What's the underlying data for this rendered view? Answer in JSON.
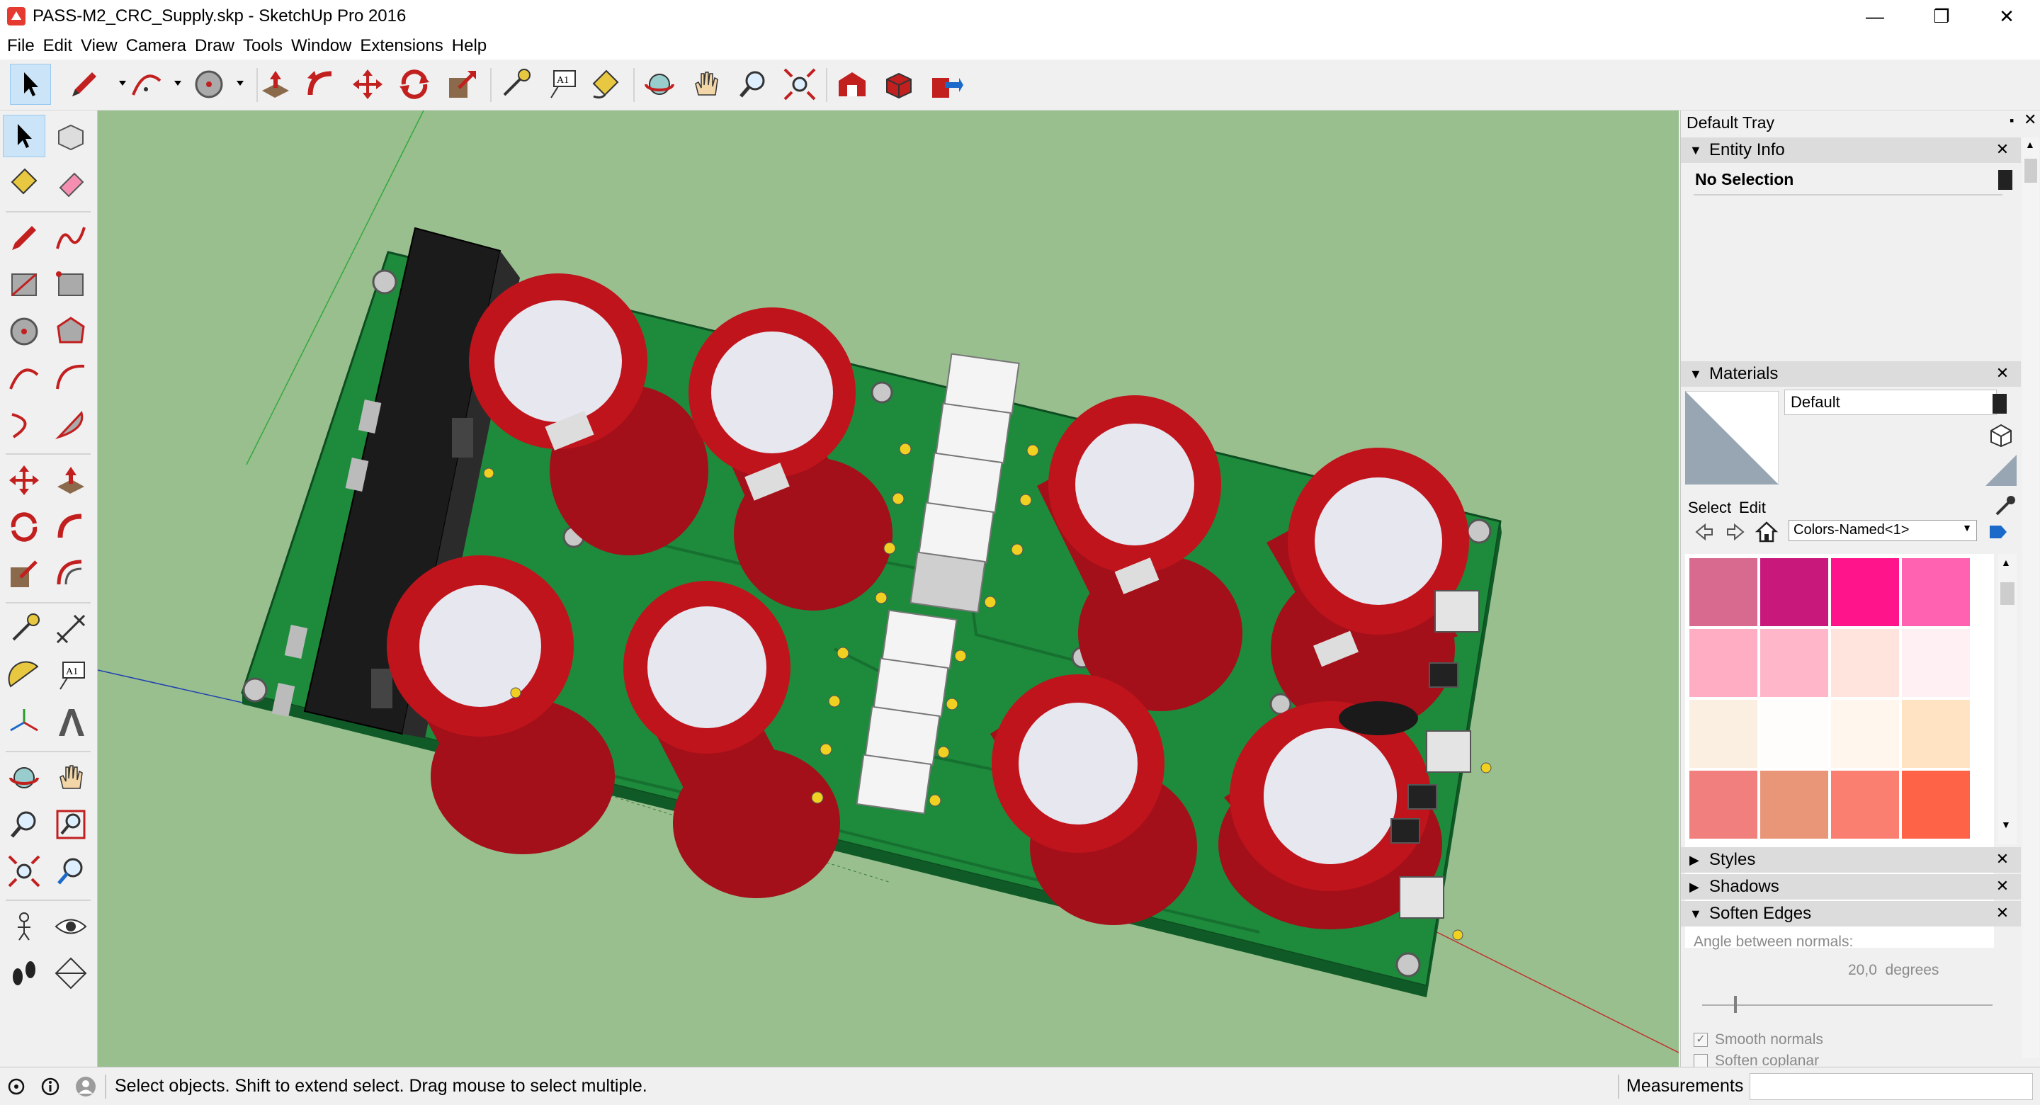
{
  "window": {
    "title": "PASS-M2_CRC_Supply.skp - SketchUp Pro 2016",
    "minimize_glyph": "—",
    "restore_glyph": "❐",
    "close_glyph": "✕"
  },
  "menu": [
    "File",
    "Edit",
    "View",
    "Camera",
    "Draw",
    "Tools",
    "Window",
    "Extensions",
    "Help"
  ],
  "toolbar": {
    "icons": [
      "select-icon",
      "pencil-icon",
      "arc-icon",
      "circle-icon",
      "push-pull-icon",
      "follow-me-icon",
      "move-icon",
      "rotate-icon",
      "scale-icon",
      "tape-measure-icon",
      "text-icon",
      "paint-bucket-icon",
      "orbit-icon",
      "pan-icon",
      "zoom-icon",
      "zoom-extents-icon",
      "warehouse-icon",
      "components-icon",
      "share-model-icon"
    ]
  },
  "left_toolbar": {
    "icons": [
      "select-icon",
      "component-icon",
      "paint-bucket-icon",
      "eraser-icon",
      "pencil-icon",
      "freehand-icon",
      "rectangle-icon",
      "rotated-rectangle-icon",
      "circle-icon",
      "polygon-icon",
      "arc-icon",
      "2point-arc-icon",
      "3point-arc-icon",
      "pie-icon",
      "move-icon",
      "push-pull-icon",
      "rotate-icon",
      "follow-me-icon",
      "scale-icon",
      "offset-icon",
      "tape-measure-icon",
      "dimension-icon",
      "protractor-icon",
      "text-icon",
      "axes-icon",
      "3d-text-icon",
      "orbit-icon",
      "pan-icon",
      "zoom-icon",
      "zoom-window-icon",
      "zoom-extents-icon",
      "previous-view-icon",
      "position-camera-icon",
      "look-around-icon",
      "walk-icon",
      "section-plane-icon"
    ],
    "text_tool_label": "A1"
  },
  "tray": {
    "title": "Default Tray",
    "entity_info": {
      "label": "Entity Info",
      "selection": "No Selection"
    },
    "materials": {
      "label": "Materials",
      "name": "Default",
      "tab_select": "Select",
      "tab_edit": "Edit",
      "collection": "Colors-Named<1>",
      "swatches": [
        "#d96a8f",
        "#c8187c",
        "#ff148c",
        "#ff62b0",
        "#ffadc2",
        "#ffb6c8",
        "#ffe4dd",
        "#fff0f4",
        "#fbefe2",
        "#fffdfb",
        "#fff6ee",
        "#ffe3c2",
        "#f07f7d",
        "#e99678",
        "#fa7f70",
        "#ff6347"
      ]
    },
    "styles": {
      "label": "Styles"
    },
    "shadows": {
      "label": "Shadows"
    },
    "soften_edges": {
      "label": "Soften Edges",
      "angle_label": "Angle between normals:",
      "angle_value": "20,0  degrees",
      "angle_fraction": 0.11,
      "smooth_normals": {
        "label": "Smooth normals",
        "checked": true
      },
      "soften_coplanar": {
        "label": "Soften coplanar",
        "checked": false
      }
    }
  },
  "status": {
    "message": "Select objects. Shift to extend select. Drag mouse to select multiple.",
    "measurements_label": "Measurements",
    "measurements_value": ""
  },
  "colors": {
    "viewport_bg": "#99bf8f",
    "pcb": "#1e8a3c",
    "capacitor_red": "#c0141c",
    "capacitor_top": "#e6e7ef",
    "heatsink": "#1a1a1a"
  }
}
